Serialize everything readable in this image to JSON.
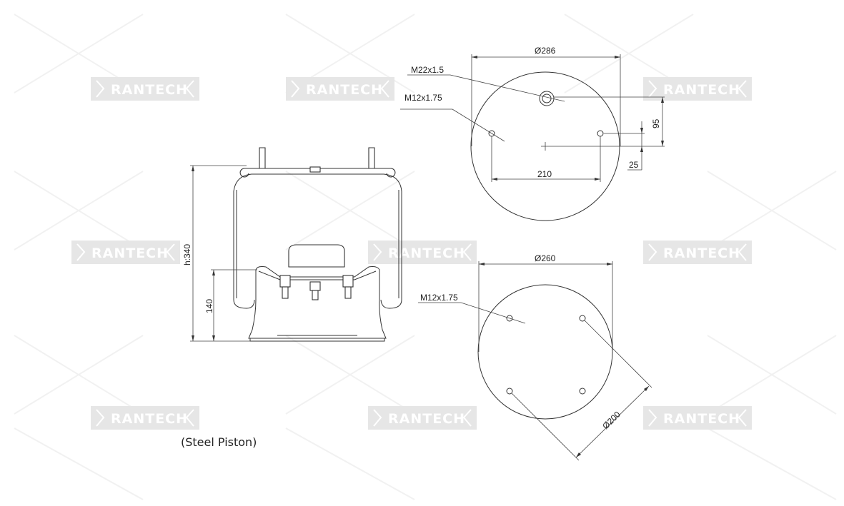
{
  "watermark": "RANTECH",
  "caption": "(Steel Piston)",
  "side_view": {
    "height_label": "h:340",
    "piston_height_label": "140"
  },
  "top_plate": {
    "diameter_label": "Ø286",
    "air_fitting_label": "M22x1.5",
    "stud_label": "M12x1.75",
    "stud_spacing_label": "210",
    "fitting_offset_label": "95",
    "stud_offset_label": "25"
  },
  "bottom_plate": {
    "diameter_label": "Ø260",
    "stud_label": "M12x1.75",
    "bolt_circle_label": "Ø200"
  }
}
